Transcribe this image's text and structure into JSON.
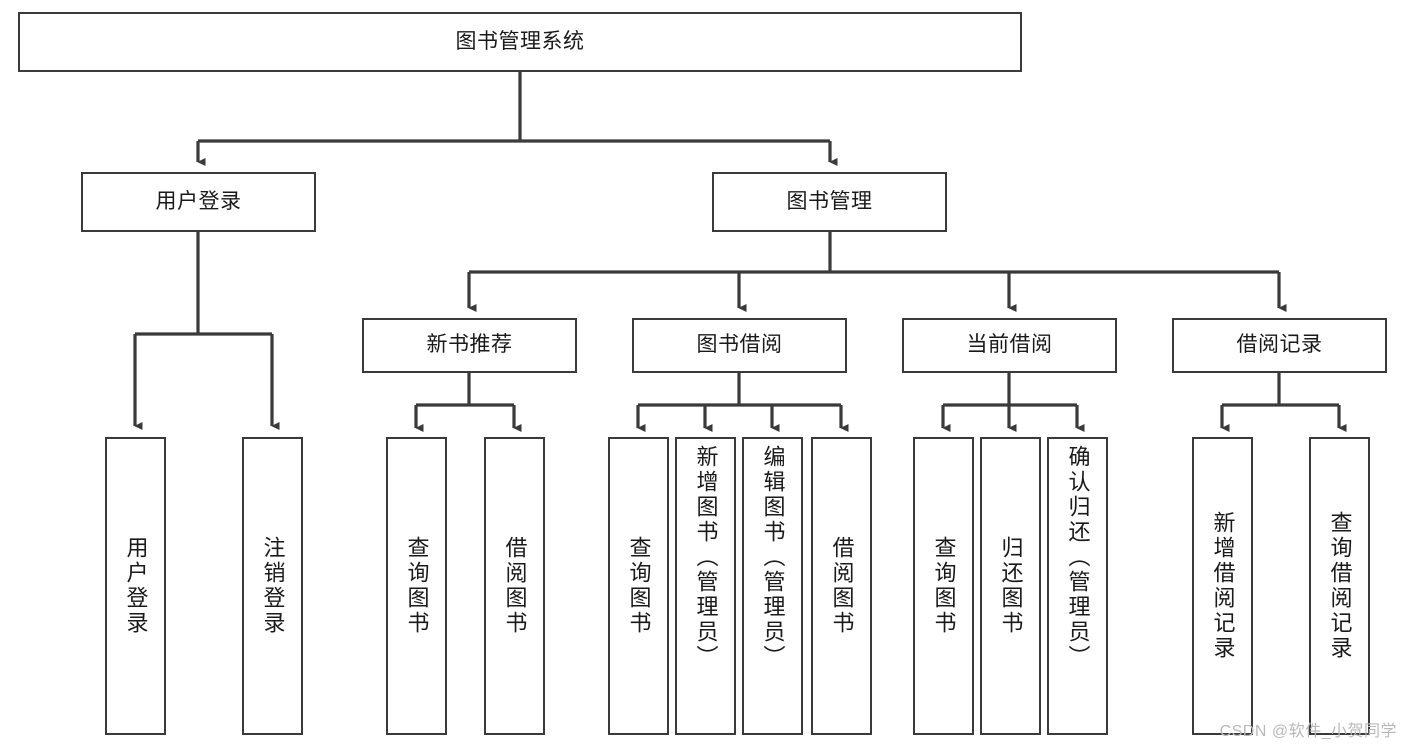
{
  "diagram": {
    "title": "图书管理系统",
    "watermark": "CSDN @软件_小贺同学",
    "line_color": "#3a3a3a",
    "box_fill": "#ffffff",
    "text_color": "#1a1a1a",
    "watermark_color": "#b9b9b9",
    "nodes": {
      "root": "图书管理系统",
      "level2": {
        "user_login": "用户登录",
        "book_management": "图书管理"
      },
      "level3": {
        "new_book_recommend": "新书推荐",
        "book_borrow": "图书借阅",
        "current_borrow": "当前借阅",
        "borrow_record": "借阅记录"
      },
      "leaves": {
        "user_login_leaf": "用户登录",
        "logout_leaf": "注销登录",
        "query_book_a": "查询图书",
        "borrow_book_a": "借阅图书",
        "query_book_b": "查询图书",
        "add_book_admin": "新增图书（管理员）",
        "edit_book_admin": "编辑图书（管理员）",
        "borrow_book_b": "借阅图书",
        "query_book_c": "查询图书",
        "return_book": "归还图书",
        "confirm_return_admin": "确认归还（管理员）",
        "add_borrow_record": "新增借阅记录",
        "query_borrow_record": "查询借阅记录"
      }
    }
  }
}
